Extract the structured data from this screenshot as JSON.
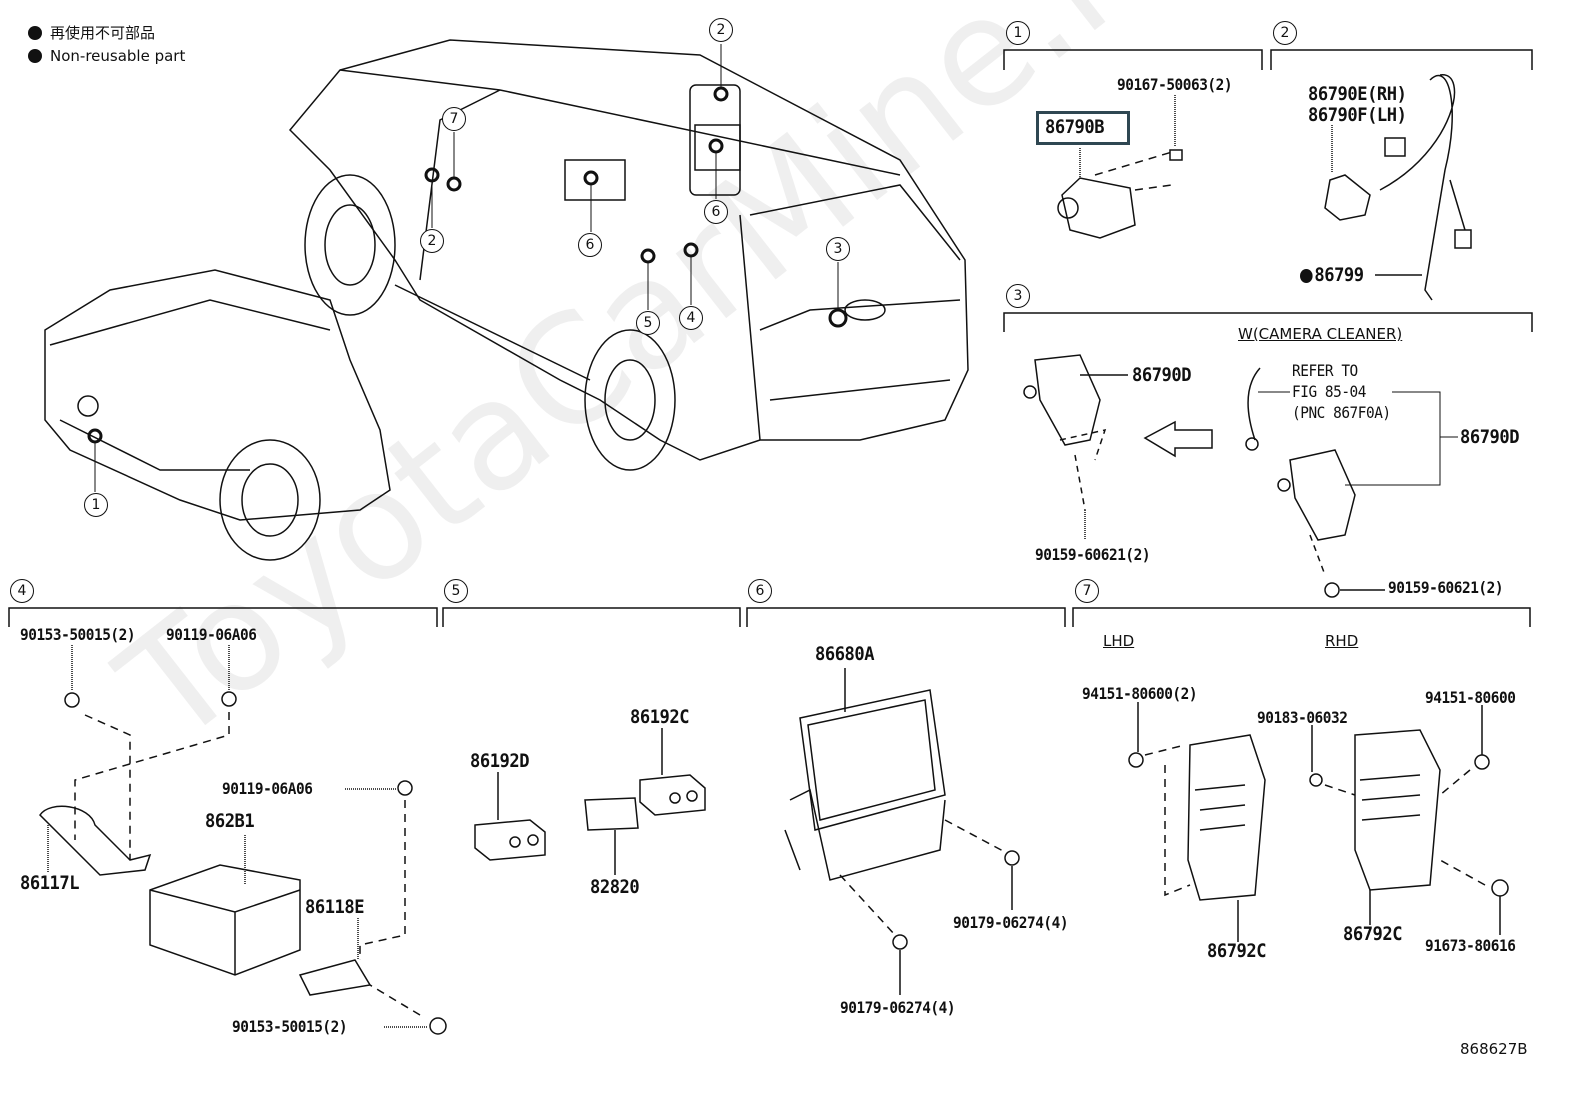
{
  "legend": {
    "jp": "再使用不可部品",
    "en": "Non-reusable part",
    "icon": "filled-circle"
  },
  "watermark": "ToyotaCarMine.ru",
  "figure_id": "868627B",
  "sections": [
    "1",
    "2",
    "3",
    "4",
    "5",
    "6",
    "7"
  ],
  "car_callouts": [
    "2",
    "7",
    "2",
    "6",
    "6",
    "3",
    "5",
    "4",
    "1"
  ],
  "section1": {
    "bolt": "90167-50063(2)",
    "camera": "86790B"
  },
  "section2": {
    "camera_rh": "86790E(RH)",
    "camera_lh": "86790F(LH)",
    "harness": "86799"
  },
  "section3": {
    "camera_left": "86790D",
    "screw_left": "90159-60621(2)",
    "variant": "W(CAMERA CLEANER)",
    "refer_line1": "REFER TO",
    "refer_line2": "FIG 85-04",
    "refer_line3": "(PNC 867F0A)",
    "camera_right": "86790D",
    "screw_right": "90159-60621(2)"
  },
  "section4": {
    "screw_top": "90153-50015(2)",
    "bolt_top": "90119-06A06",
    "bolt_mid": "90119-06A06",
    "unit": "862B1",
    "bracket_l": "86117L",
    "bracket_e": "86118E",
    "screw_bottom": "90153-50015(2)"
  },
  "section5": {
    "jack_d": "86192D",
    "jack_c": "86192C",
    "switch": "82820"
  },
  "section6": {
    "display": "86680A",
    "nut_right": "90179-06274(4)",
    "nut_bottom": "90179-06274(4)"
  },
  "section7": {
    "lhd": "LHD",
    "rhd": "RHD",
    "nut_lhd": "94151-80600(2)",
    "clip": "90183-06032",
    "nut_rhd": "94151-80600",
    "amp_lhd": "86792C",
    "amp_rhd": "86792C",
    "bolt_rhd": "91673-80616"
  },
  "highlight_color": "#2f4752"
}
